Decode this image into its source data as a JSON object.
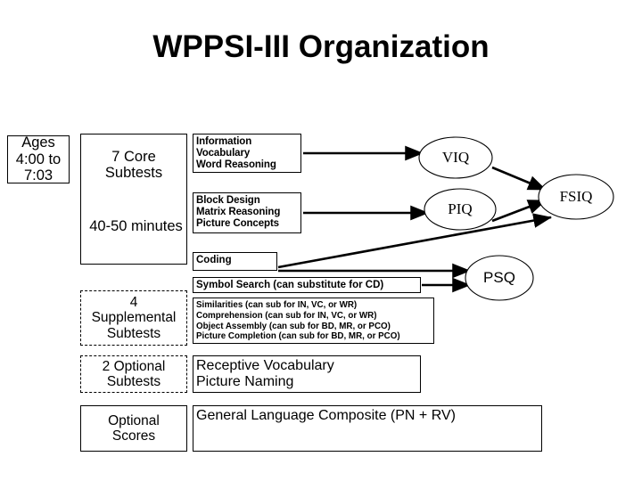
{
  "slide": {
    "title": "WPPSI-III Organization"
  },
  "boxes": {
    "ages": {
      "lines": [
        "Ages",
        "4:00 to",
        "7:03"
      ]
    },
    "core": {
      "lines": [
        "7 Core",
        "Subtests"
      ],
      "minutes": "40-50 minutes"
    },
    "verbal_core": {
      "lines": [
        "Information",
        "Vocabulary",
        "Word Reasoning"
      ]
    },
    "performance_core": {
      "lines": [
        "Block Design",
        "Matrix Reasoning",
        "Picture Concepts"
      ]
    },
    "coding": {
      "lines": [
        "Coding"
      ]
    },
    "symbol_search": {
      "lines": [
        "Symbol Search (can substitute for CD)"
      ]
    },
    "supplemental_list": {
      "lines": [
        "Similarities (can sub for IN, VC, or WR)",
        "Comprehension (can sub for IN, VC, or WR)",
        "Object Assembly (can sub for BD, MR, or PCO)",
        "Picture Completion (can sub for BD, MR, or PCO)"
      ]
    },
    "supplemental_label": {
      "lines": [
        "4",
        "Supplemental",
        "Subtests"
      ]
    },
    "optional_label": {
      "lines": [
        "2 Optional",
        "Subtests"
      ]
    },
    "optional_subtests": {
      "lines": [
        "Receptive Vocabulary",
        "Picture Naming"
      ]
    },
    "optional_scores_label": {
      "lines": [
        "Optional",
        "Scores"
      ]
    },
    "optional_scores": {
      "lines": [
        "General Language Composite (PN + RV)"
      ]
    }
  },
  "ellipses": {
    "viq": "VIQ",
    "piq": "PIQ",
    "fsiq": "FSIQ",
    "psq": "PSQ"
  },
  "colors": {
    "stroke": "#000000",
    "background": "#ffffff",
    "text": "#000000"
  }
}
